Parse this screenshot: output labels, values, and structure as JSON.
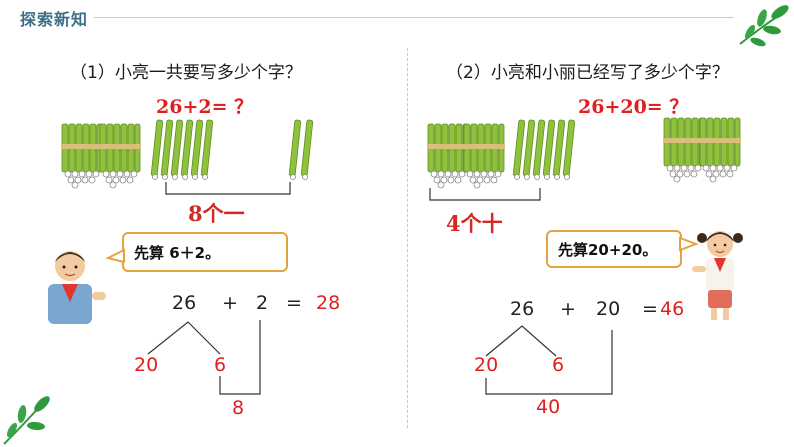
{
  "header": {
    "title": "探索新知"
  },
  "left": {
    "question": "（1）小亮一共要写多少个字？",
    "equation": "26+2= ？",
    "ones_label": "8个一",
    "bubble": "先算 6＋2。",
    "calc": {
      "a": "26",
      "op": "+",
      "b": "2",
      "eq": "=",
      "result": "28",
      "split_tens": "20",
      "split_ones": "6",
      "partial": "8"
    }
  },
  "right": {
    "question": "（2）小亮和小丽已经写了多少个字？",
    "equation": "26+20= ？",
    "tens_label": "4个十",
    "bubble": "先算20+20。",
    "calc": {
      "a": "26",
      "op": "+",
      "b": "20",
      "eq": "=",
      "result": "46",
      "split_tens": "20",
      "split_ones": "6",
      "partial": "40"
    }
  },
  "colors": {
    "stick": "#8fc13d",
    "stick_dark": "#5f8f1f",
    "red": "#e0201e",
    "bubble_border": "#e6a23c",
    "leaf": "#2e9a3c"
  },
  "icons": [
    "leaf-decoration-icon",
    "boy-figure-icon",
    "girl-figure-icon",
    "stick-bundle-icon",
    "single-stick-icon"
  ]
}
